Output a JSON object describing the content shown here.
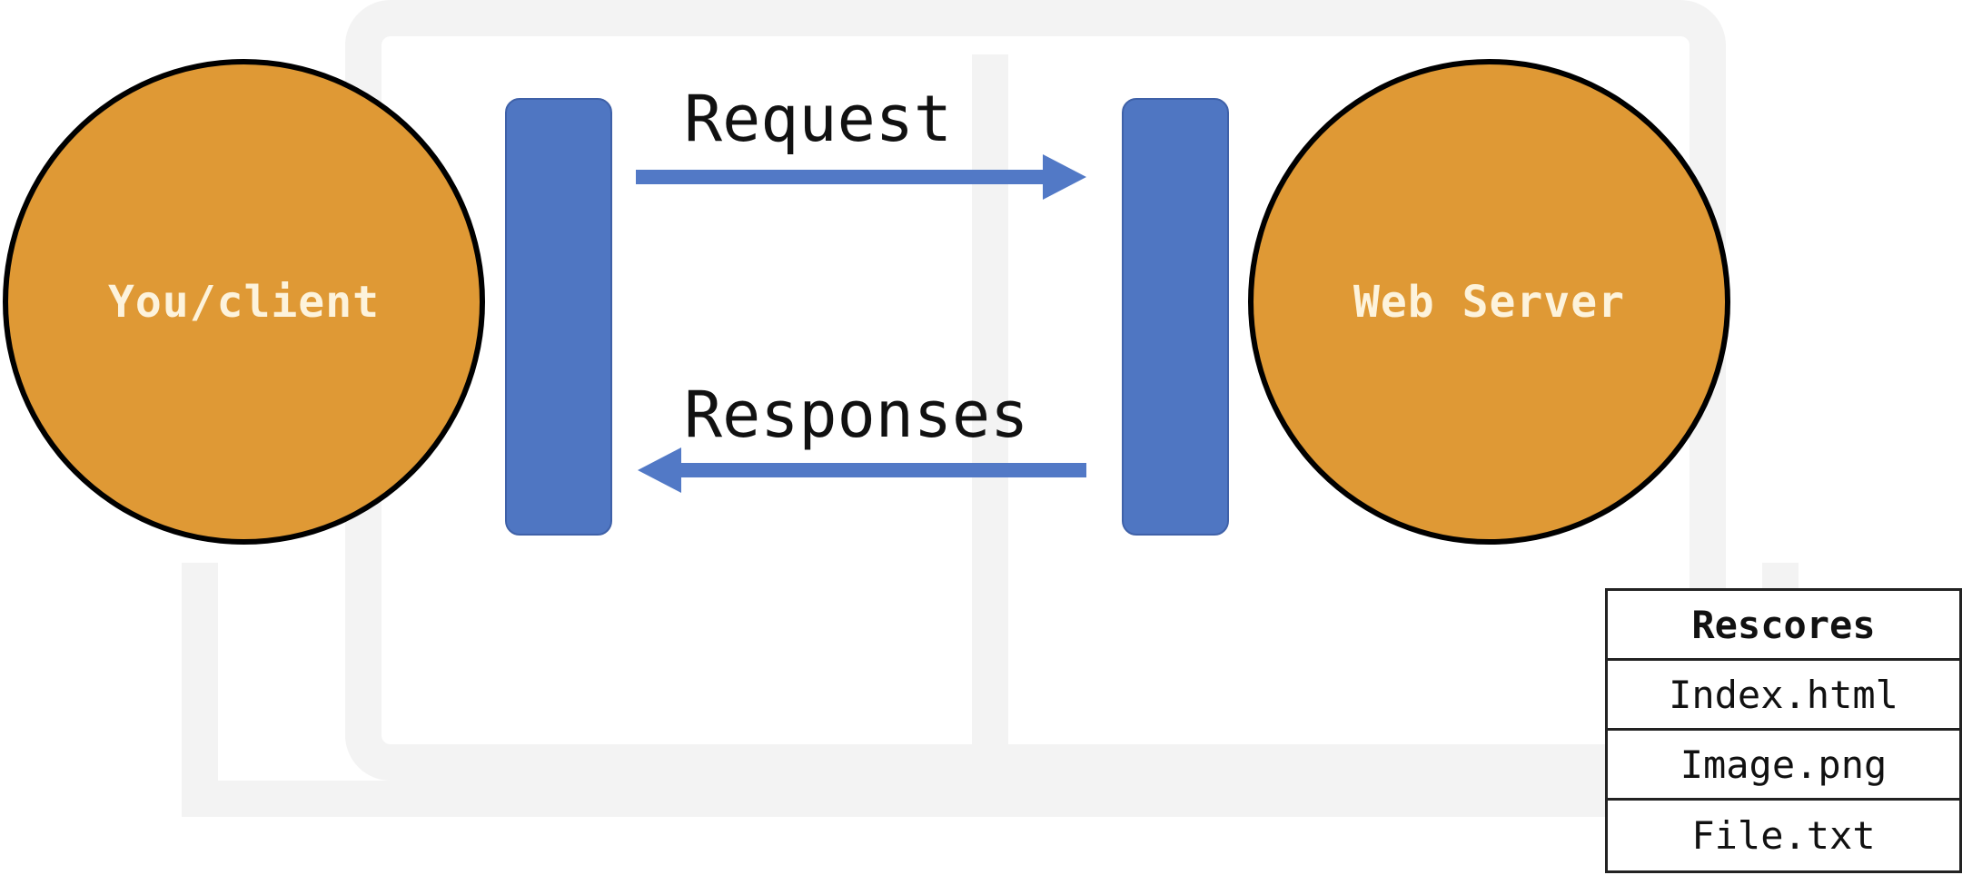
{
  "diagram": {
    "client": {
      "label": "You/client"
    },
    "server": {
      "label": "Web Server"
    },
    "request_label": "Request",
    "response_label": "Responses",
    "resources": {
      "header": "Rescores",
      "items": [
        "Index.html",
        "Image.png",
        "File.txt"
      ]
    }
  },
  "colors": {
    "node_fill": "#df9935",
    "node_text": "#fdf3dc",
    "bar_fill": "#4f76c2",
    "arrow": "#5279c6"
  }
}
